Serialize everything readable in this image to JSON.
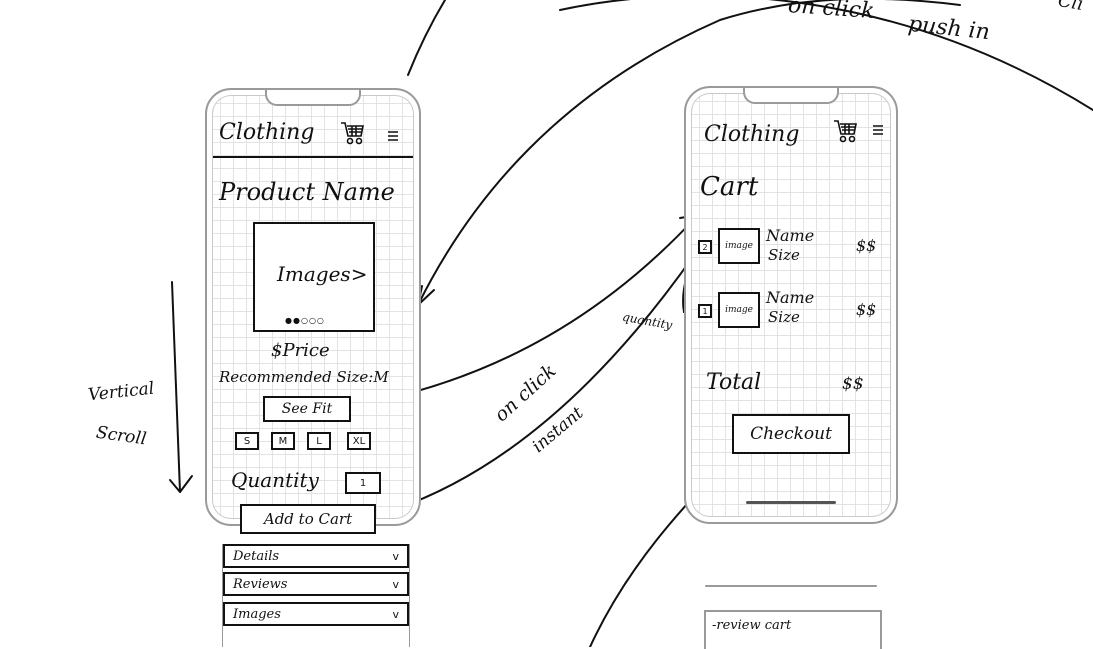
{
  "annotations": {
    "top_right_1": "on click",
    "top_right_2": "push in",
    "top_right_partial": "Cli",
    "vertical_scroll_1": "Vertical",
    "vertical_scroll_2": "Scroll",
    "middle_1": "on click",
    "middle_2": "instant",
    "quantity_note": "quantity"
  },
  "product_screen": {
    "brand": "Clothing",
    "product_name": "Product Name",
    "image_label": "Images>",
    "price": "$Price",
    "recommended": "Recommended Size:M",
    "see_fit": "See Fit",
    "sizes": [
      "S",
      "M",
      "L",
      "XL"
    ],
    "quantity_label": "Quantity",
    "quantity_value": "1",
    "add_to_cart": "Add to Cart",
    "accordions": [
      {
        "label": "Details",
        "chevron": "v"
      },
      {
        "label": "Reviews",
        "chevron": "v"
      },
      {
        "label": "Images",
        "chevron": "v"
      }
    ]
  },
  "cart_screen": {
    "brand": "Clothing",
    "title": "Cart",
    "items": [
      {
        "qty": "2",
        "image": "image",
        "name": "Name",
        "size": "Size",
        "price": "$$"
      },
      {
        "qty": "1",
        "image": "image",
        "name": "Name",
        "size": "Size",
        "price": "$$"
      }
    ],
    "total_label": "Total",
    "total_value": "$$",
    "checkout": "Checkout",
    "note": "-review cart"
  }
}
